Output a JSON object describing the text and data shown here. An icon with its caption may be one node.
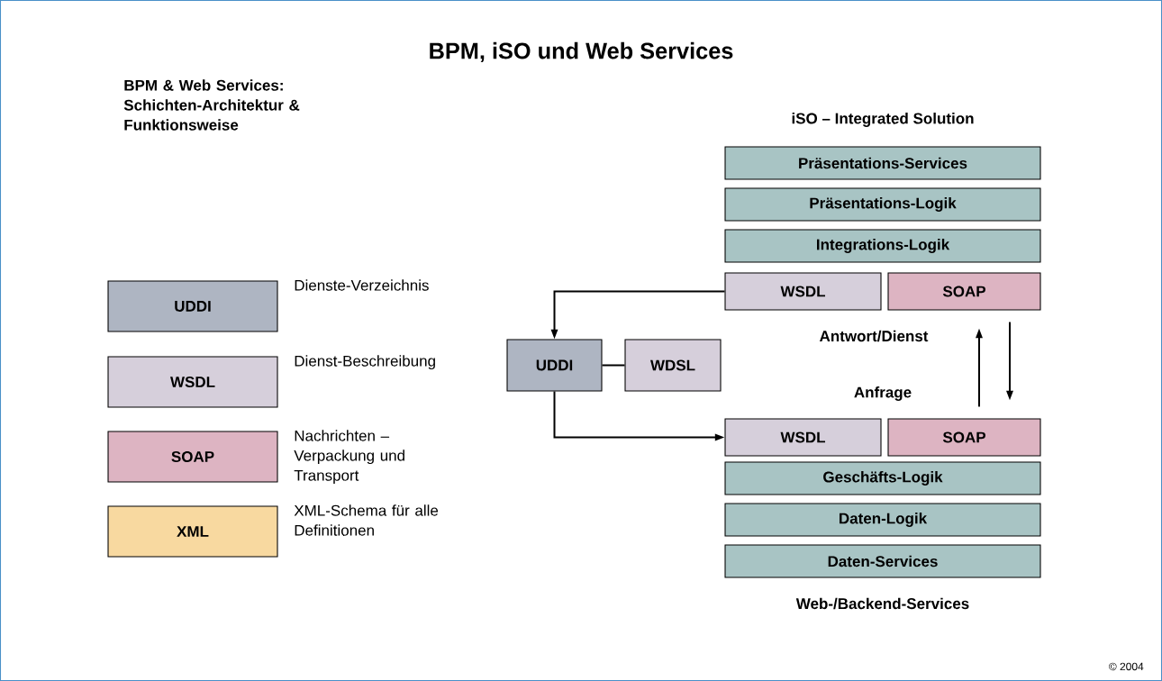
{
  "diagram": {
    "title": "BPM, iSO und Web Services",
    "nodes": [
      {
        "text": [
          "UDDI"
        ],
        "beside": [
          "Dienste-Verzeichnis"
        ]
      },
      {
        "text": [
          "WSDL"
        ],
        "beside": [
          "Dienst-Beschreibung"
        ]
      },
      {
        "text": [
          "SOAP"
        ],
        "beside": [
          "Nachrichten – Verpackung und Transport"
        ]
      },
      {
        "text": [
          "XML"
        ],
        "beside": [
          "XML-Schema für alle Definitionen"
        ]
      },
      {
        "text": [
          "Präsentations-Services"
        ]
      },
      {
        "text": [
          "Präsentations-Logik"
        ]
      },
      {
        "text": [
          "Integrations-Logik"
        ]
      },
      {
        "text": [
          "WSDL"
        ]
      },
      {
        "text": [
          "SOAP"
        ]
      },
      {
        "text": [
          "UDDI"
        ]
      },
      {
        "text": [
          "WDSL"
        ]
      },
      {
        "text": [
          "WSDL"
        ]
      },
      {
        "text": [
          "SOAP"
        ]
      },
      {
        "text": [
          "Geschäfts-Logik"
        ]
      },
      {
        "text": [
          "Daten-Logik"
        ]
      },
      {
        "text": [
          "Daten-Services"
        ]
      }
    ],
    "edges": [
      {
        "from": 7,
        "to": 9,
        "arrow": "to"
      },
      {
        "from": 9,
        "to": 10,
        "arrow": "none"
      },
      {
        "from": 9,
        "to": 11,
        "arrow": "to"
      },
      {
        "from": 12,
        "to": 8,
        "arrow": "to"
      },
      {
        "from": 8,
        "to": 12,
        "arrow": "to"
      }
    ],
    "labels": [
      "BPM & Web Services: Schichten-Architektur & Funktionsweise",
      "iSO – Integrated Solution",
      "Antwort/Dienst",
      "Anfrage",
      "Web-/Backend-Services",
      "© 2004"
    ]
  }
}
